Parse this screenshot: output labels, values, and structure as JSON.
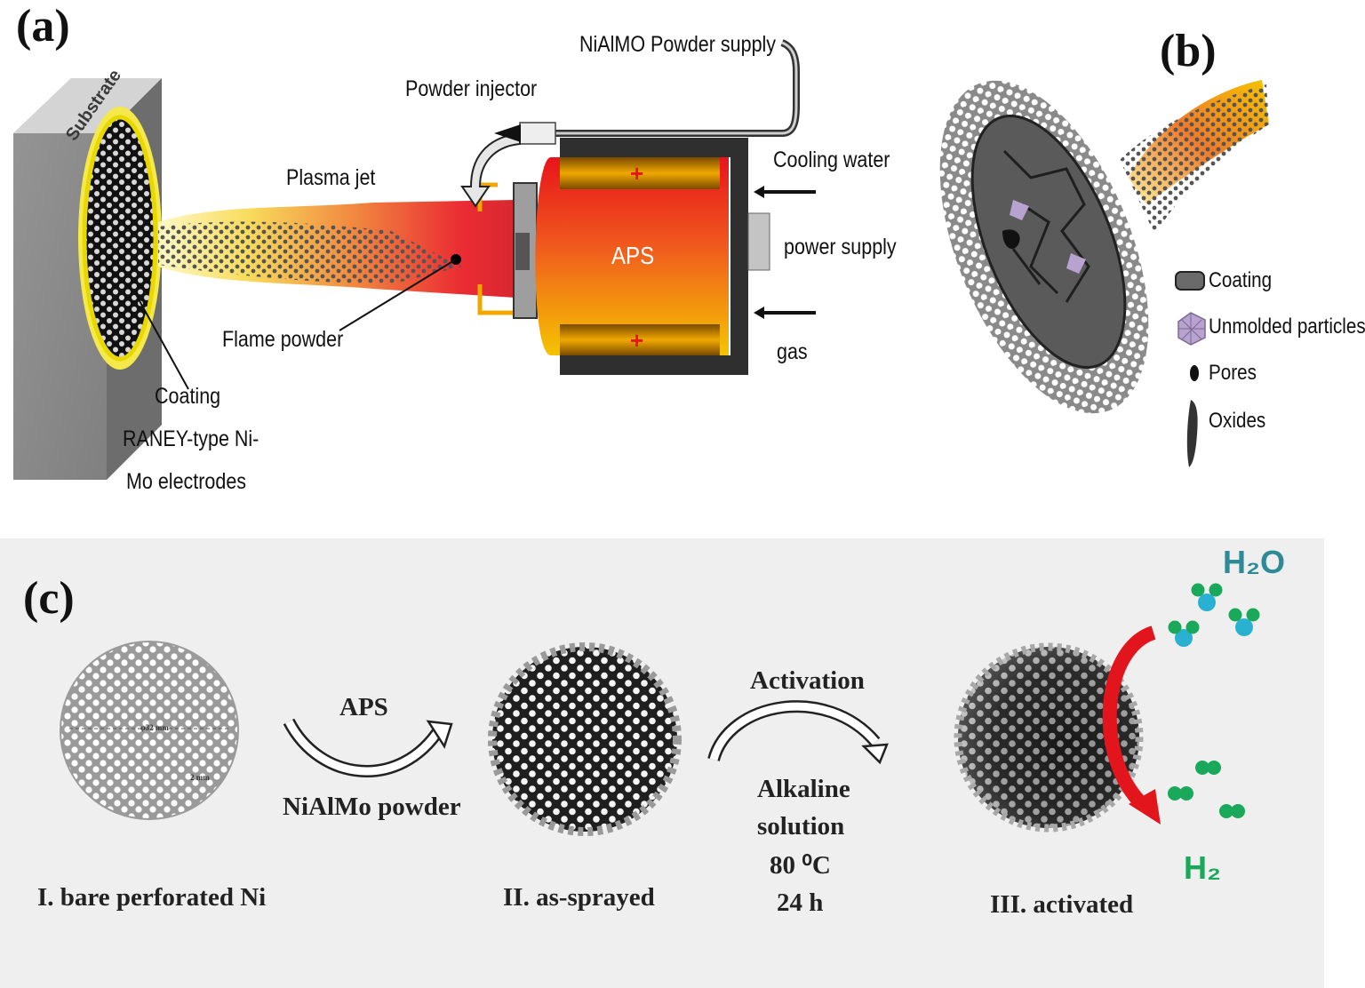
{
  "panel_a": {
    "label": "(a)",
    "substrate": "Substrate",
    "plasma_jet": "Plasma jet",
    "powder_injector": "Powder injector",
    "powder_supply": "NiAlMO Powder supply",
    "cooling_water": "Cooling water",
    "power_supply": "power supply",
    "gas": "gas",
    "aps": "APS",
    "plus_top": "+",
    "plus_bottom": "+",
    "flame_powder": "Flame powder",
    "coating_lines": [
      "Coating",
      "RANEY-type Ni-",
      "Mo electrodes"
    ]
  },
  "panel_b": {
    "label": "(b)",
    "legend": [
      {
        "label": "Coating",
        "icon": "coating-icon"
      },
      {
        "label": "Unmolded particles",
        "icon": "unmolded-particles-icon"
      },
      {
        "label": "Pores",
        "icon": "pore-icon"
      },
      {
        "label": "Oxides",
        "icon": "oxide-icon"
      }
    ]
  },
  "panel_c": {
    "label": "(c)",
    "stage1": "I. bare perforated Ni",
    "stage1_dim1": "φ32 mm",
    "stage1_dim2": "2 mm",
    "arrow1_top": "APS",
    "arrow1_bottom": "NiAlMo powder",
    "stage2": "II. as-sprayed",
    "arrow2_top": "Activation",
    "arrow2_lines": [
      "Alkaline",
      "solution",
      "80 ⁰C",
      "24 h"
    ],
    "stage3": "III. activated",
    "h2o": "H₂O",
    "h2": "H₂"
  },
  "colors": {
    "flame_red": "#e8141c",
    "flame_yellow": "#f5c400",
    "water_teal": "#2e8a96",
    "hydrogen_green": "#1aa85a",
    "arrow_red": "#e3151c",
    "panel_c_bg": "#efefef"
  }
}
